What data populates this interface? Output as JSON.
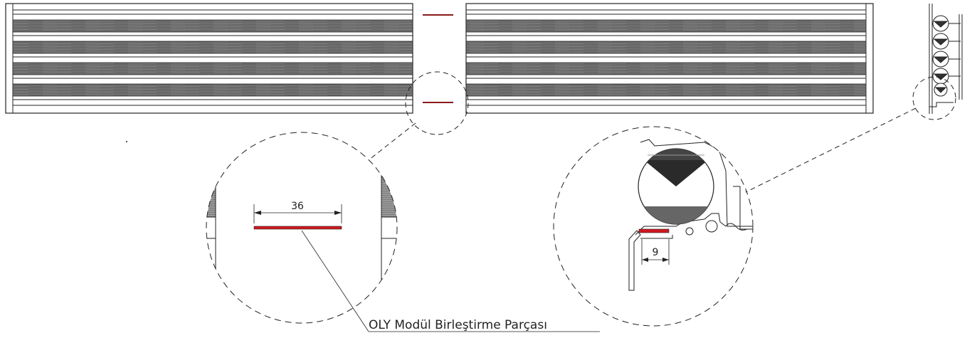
{
  "drawing": {
    "dimension_left": "36",
    "dimension_right": "9",
    "callout_label": "OLY Modül Birleştirme Parçası",
    "accent_color": "#d0181f",
    "slat_fill": "#6e6e6e",
    "line_color": "#222222"
  }
}
